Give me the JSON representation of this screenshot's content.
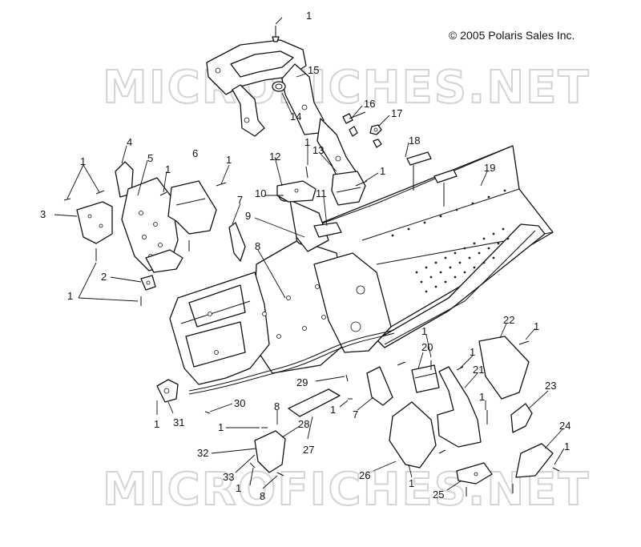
{
  "copyright": "© 2005 Polaris Sales Inc.",
  "watermark": "MICROFICHES.NET",
  "callouts": [
    {
      "id": "c1a",
      "text": "1"
    },
    {
      "id": "c15",
      "text": "15"
    },
    {
      "id": "c14",
      "text": "14"
    },
    {
      "id": "c16",
      "text": "16"
    },
    {
      "id": "c17",
      "text": "17"
    },
    {
      "id": "c18",
      "text": "18"
    },
    {
      "id": "c19",
      "text": "19"
    },
    {
      "id": "c13",
      "text": "13"
    },
    {
      "id": "c1b",
      "text": "1"
    },
    {
      "id": "c12",
      "text": "12"
    },
    {
      "id": "c1c",
      "text": "1"
    },
    {
      "id": "c10",
      "text": "10"
    },
    {
      "id": "c11",
      "text": "11"
    },
    {
      "id": "c9",
      "text": "9"
    },
    {
      "id": "c8a",
      "text": "8"
    },
    {
      "id": "c4",
      "text": "4"
    },
    {
      "id": "c5",
      "text": "5"
    },
    {
      "id": "c6",
      "text": "6"
    },
    {
      "id": "c1d",
      "text": "1"
    },
    {
      "id": "c1e",
      "text": "1"
    },
    {
      "id": "c7a",
      "text": "7"
    },
    {
      "id": "c1f",
      "text": "1"
    },
    {
      "id": "c3",
      "text": "3"
    },
    {
      "id": "c2",
      "text": "2"
    },
    {
      "id": "c1g",
      "text": "1"
    },
    {
      "id": "c22",
      "text": "22"
    },
    {
      "id": "c1h",
      "text": "1"
    },
    {
      "id": "c1i",
      "text": "1"
    },
    {
      "id": "c20",
      "text": "20"
    },
    {
      "id": "c1j",
      "text": "1"
    },
    {
      "id": "c21",
      "text": "21"
    },
    {
      "id": "c23",
      "text": "23"
    },
    {
      "id": "c1k",
      "text": "1"
    },
    {
      "id": "c29",
      "text": "29"
    },
    {
      "id": "c7b",
      "text": "7"
    },
    {
      "id": "c1l",
      "text": "1"
    },
    {
      "id": "c30",
      "text": "30"
    },
    {
      "id": "c8b",
      "text": "8"
    },
    {
      "id": "c1m",
      "text": "1"
    },
    {
      "id": "c31",
      "text": "31"
    },
    {
      "id": "c1n",
      "text": "1"
    },
    {
      "id": "c28",
      "text": "28"
    },
    {
      "id": "c27",
      "text": "27"
    },
    {
      "id": "c32",
      "text": "32"
    },
    {
      "id": "c33",
      "text": "33"
    },
    {
      "id": "c1o",
      "text": "1"
    },
    {
      "id": "c8c",
      "text": "8"
    },
    {
      "id": "c26",
      "text": "26"
    },
    {
      "id": "c1p",
      "text": "1"
    },
    {
      "id": "c24",
      "text": "24"
    },
    {
      "id": "c1q",
      "text": "1"
    },
    {
      "id": "c25",
      "text": "25"
    }
  ]
}
